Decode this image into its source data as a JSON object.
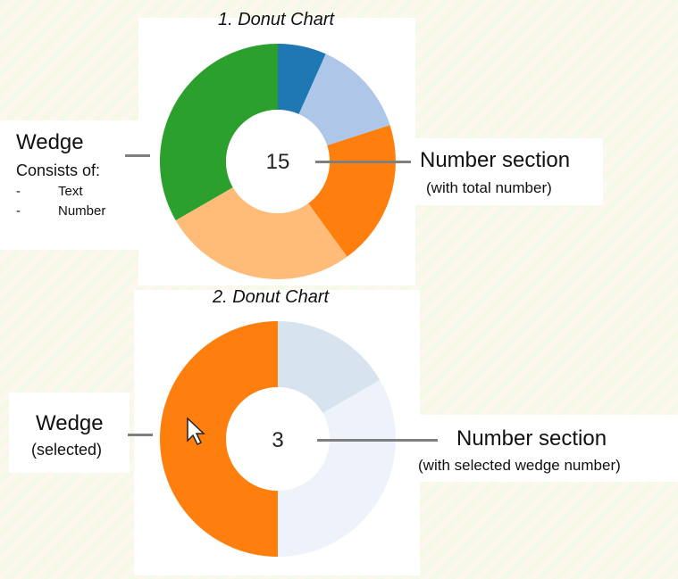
{
  "colors": {
    "background_pattern_a": "#f7fbea",
    "background_pattern_b": "#fff7ec",
    "connector_line": "#7f7f7f"
  },
  "chart1": {
    "title": "1. Donut Chart",
    "center_value": "15",
    "wedge_label": {
      "heading": "Wedge",
      "subheading": "Consists of:",
      "items": [
        {
          "bullet": "-",
          "text": "Text"
        },
        {
          "bullet": "-",
          "text": "Number"
        }
      ]
    },
    "number_label": {
      "heading": "Number section",
      "subheading": "(with total number)"
    }
  },
  "chart2": {
    "title": "2. Donut Chart",
    "center_value": "3",
    "wedge_label": {
      "heading": "Wedge",
      "subheading": "(selected)"
    },
    "number_label": {
      "heading": "Number section",
      "subheading": "(with selected wedge number)"
    }
  },
  "chart_data": [
    {
      "type": "pie",
      "title": "1. Donut Chart",
      "values": [
        1,
        2,
        3,
        4,
        5
      ],
      "colors": [
        "#1f77b4",
        "#aec7e8",
        "#ff7f0e",
        "#ffbb78",
        "#2ca02c"
      ],
      "total": 15
    },
    {
      "type": "pie",
      "title": "2. Donut Chart",
      "values": [
        1,
        2,
        3
      ],
      "colors": [
        "#d7e4f0",
        "#eef3fb",
        "#ff7f0e"
      ],
      "selected_index": 2,
      "selected_value": 3
    }
  ]
}
